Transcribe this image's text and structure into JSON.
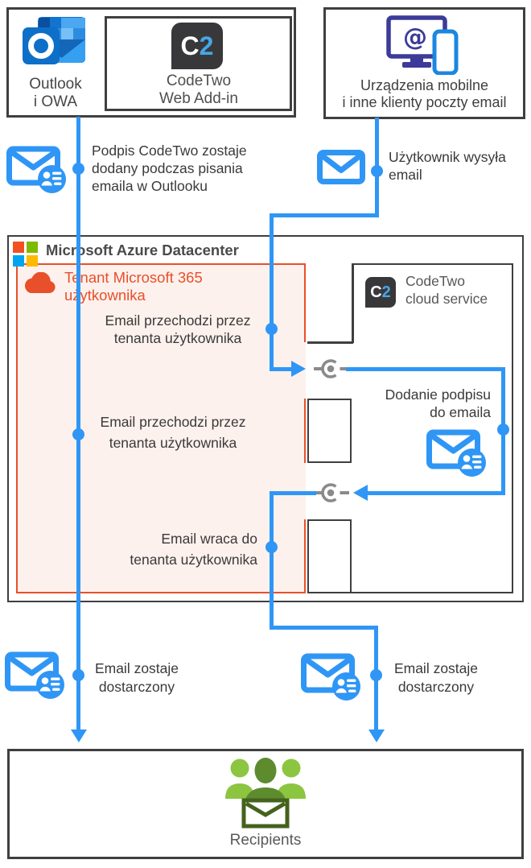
{
  "colors": {
    "blue": "#2f96f5",
    "dark_border": "#3f3f3f",
    "orange": "#e8502b",
    "orange_fill": "#fdf1ed",
    "connector_gray": "#8a8a8a",
    "green_light": "#8cc540",
    "green_dark": "#5d8b2e",
    "green_outline": "#44621d"
  },
  "top_left": {
    "outlook": {
      "lines": [
        "Outlook",
        "i OWA"
      ]
    },
    "addin": {
      "logo_c": "C",
      "logo_digit": "2",
      "lines": [
        "CodeTwo",
        "Web Add-in"
      ]
    }
  },
  "top_right": {
    "lines": [
      "Urządzenia mobilne",
      "i inne klienty poczty email"
    ],
    "at_symbol": "@"
  },
  "notes": {
    "compose": {
      "lines": [
        "Podpis CodeTwo zostaje",
        "dodany podczas pisania",
        "emaila w Outlooku"
      ]
    },
    "send": {
      "lines": [
        "Użytkownik wysyła",
        "email"
      ]
    },
    "pass1": {
      "lines": [
        "Email przechodzi przez",
        "tenanta użytkownika"
      ]
    },
    "add_signature": {
      "lines": [
        "Dodanie podpisu",
        "do emaila"
      ]
    },
    "pass2": {
      "lines": [
        "Email przechodzi przez",
        "tenanta użytkownika"
      ]
    },
    "return": {
      "lines": [
        "Email wraca do",
        "tenanta użytkownika"
      ]
    },
    "delivered_left": {
      "lines": [
        "Email zostaje",
        "dostarczony"
      ]
    },
    "delivered_right": {
      "lines": [
        "Email zostaje",
        "dostarczony"
      ]
    }
  },
  "azure": {
    "title": "Microsoft Azure Datacenter",
    "tenant": {
      "lines": [
        "Tenant Microsoft 365",
        "użytkownika"
      ]
    },
    "cloud_service": {
      "logo_c": "C",
      "logo_digit": "2",
      "lines": [
        "CodeTwo",
        "cloud service"
      ]
    }
  },
  "recipients": {
    "label": "Recipients"
  }
}
